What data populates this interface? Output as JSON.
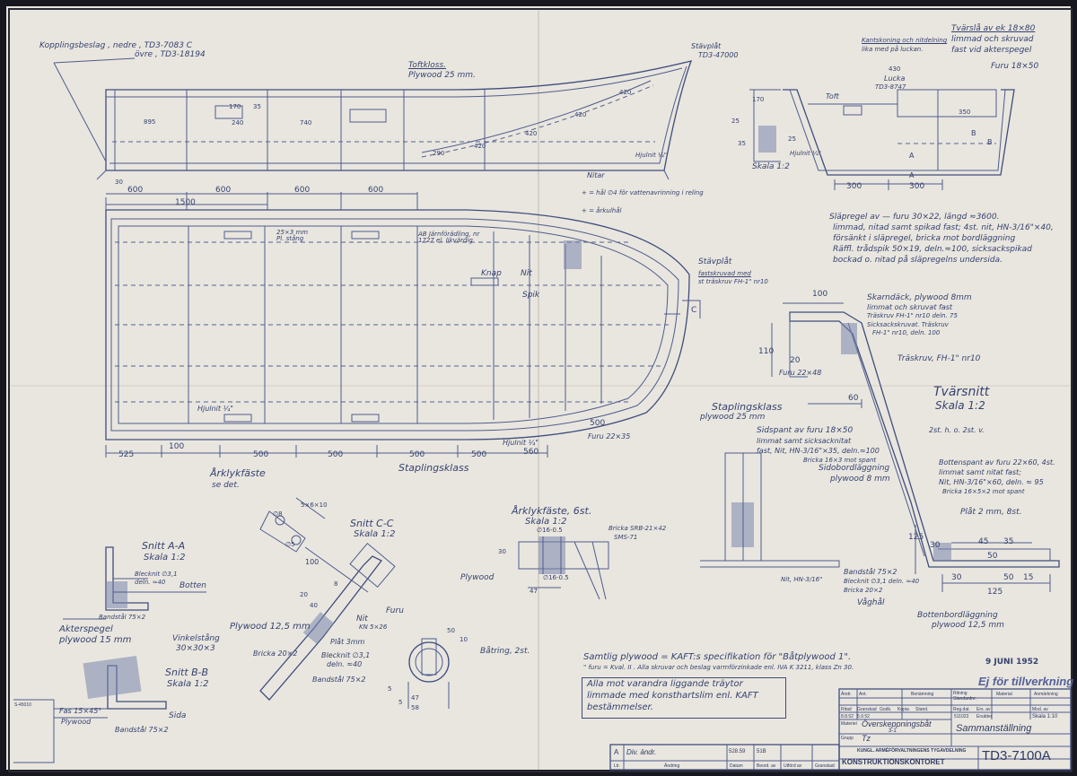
{
  "top_view": {
    "kopplingsbeslag": "Kopplingsbeslag , nedre , TD3-7083 C",
    "ovre": "övre , TD3-18194",
    "toftkloss": "Toftkloss.",
    "toftkloss_plywood": "Plywood 25 mm.",
    "stavplat": "Stävplåt",
    "stavplat_ref": "TD3-47000",
    "nitar": "Nitar",
    "hjulnit": "Hjulnit ¼\"",
    "dims": [
      "895",
      "170",
      "35",
      "240",
      "740",
      "420",
      "420",
      "420",
      "420",
      "290",
      "30"
    ]
  },
  "plan_view": {
    "dims_top": [
      "600",
      "600",
      "600",
      "600"
    ],
    "dim_1500": "1500",
    "note_hal": "+ = hål ∅4 för vattenavrinning i reling",
    "note_arkhal": "+ = årkulhål",
    "plstang": "25×3 mm Pl. stång",
    "ab_jarn": "AB Järnförädling, nr 1727 el. likvärdig",
    "knap": "Knap",
    "nit": "Nit",
    "spik": "Spik",
    "stavplat": "Stävplåt",
    "stavplat_note": "fastskruvad med",
    "stavplat_note2": "st träskruv FH-1\" nr10",
    "hjulnit": "Hjulnit ¼\"",
    "furu": "Furu 22×35",
    "hjulnit2": "Hjulnit ¼\"",
    "dim_500": "500",
    "dim_560": "560",
    "dims_bottom": [
      "525",
      "100",
      "500",
      "500",
      "500",
      "500"
    ],
    "arklykfaste": "Årklykfäste",
    "se_det": "se det.",
    "staplingsklass": "Staplingsklass",
    "section_mark": "C"
  },
  "stern_detail": {
    "kantskoning": "Kantskoning och nitdelning",
    "kantskoning2": "lika med på luckan.",
    "tvarsla": "Tvärslå av ek 18×80",
    "tvarsla2": "limmad och skruvad",
    "tvarsla3": "fast vid akterspegel",
    "furu": "Furu 18×50",
    "lucka_dims": "430",
    "lucka": "Lucka",
    "lucka_ref": "TD3-8747",
    "toft": "Toft",
    "dims": [
      "170",
      "25",
      "35",
      "25",
      "350",
      "300",
      "300"
    ],
    "skala": "Skala 1:2",
    "hjulnit": "Hjulnit ¼\"",
    "marks": [
      "A",
      "A",
      "B",
      "B"
    ]
  },
  "slapregel": {
    "line1": "Släpregel av — furu 30×22, längd ≈3600.",
    "line2": "limmad, nitad samt spikad fast; 4st. nit, HN-3/16\"×40,",
    "line3": "försänkt i släpregel, bricka mot bordläggning",
    "line4": "Räffl. trådspik 50×19, deln.≈100, sicksackspikad",
    "line5": "bockad o. nitad på släpregelns undersida."
  },
  "section_view": {
    "skarndack": "Skarndäck, plywood 8mm",
    "skarndack2": "limmat och skruvat fast",
    "skarndack3": "Träskruv FH-1\" nr10 deln. 75",
    "sicksack": "Sicksackskruvat. Träskruv",
    "sicksack2": "FH-1\" nr10, deln. 100",
    "dim_100": "100",
    "dim_110": "110",
    "dim_20": "20",
    "dim_60": "60",
    "furu": "Furu 22×48",
    "traskruv": "Träskruv, FH-1\" nr10",
    "title": "Tvärsnitt",
    "skala": "Skala 1:2",
    "staplingsklass": "Staplingsklass",
    "staplingsklass2": "plywood 25 mm",
    "st": "2st. h. o. 2st. v.",
    "sidspant": "Sidspant av furu 18×50",
    "sidspant2": "limmat samt sicksacknitat",
    "sidspant3": "fast, Nit, HN-3/16\"×35, deln.≈100",
    "sidspant4": "Bricka 16×3 mot spant",
    "sidobord": "Sidobordläggning",
    "sidobord2": "plywood 8 mm",
    "bottenspant": "Bottenspant av furu 22×60, 4st.",
    "bottenspant2": "limmat samt nitat fast;",
    "bottenspant3": "Nit, HN-3/16\"×60, deln. ≈ 95",
    "bottenspant4": "Bricka 16×5×2 mot spant",
    "plat": "Plåt 2 mm, 8st.",
    "dims": [
      "125",
      "30",
      "30",
      "45",
      "35",
      "50",
      "125",
      "50",
      "15"
    ],
    "nit": "Nit, HN-3/16\"",
    "bandstal": "Bandstål 75×2",
    "blecknit": "Blecknit ∅3,1 deln. ≈40",
    "bricka": "Bricka 20×2",
    "vaghal": "Våghål",
    "bottenbord": "Bottenbordläggning",
    "bottenbord2": "plywood 12,5 mm"
  },
  "snitt_aa": {
    "title": "Snitt A-A",
    "skala": "Skala 1:2",
    "blecknit": "Blecknit ∅3,1",
    "deln": "deln. ≈40",
    "botten": "Botten",
    "bandstal": "Bandstål 75×2",
    "akterspegel": "Akterspegel",
    "akterspegel2": "plywood 15 mm",
    "vinkelstang": "Vinkelstång",
    "vinkelstang2": "30×30×3"
  },
  "snitt_bb": {
    "title": "Snitt B-B",
    "skala": "Skala 1:2",
    "fas": "Fas 15×45°",
    "plywood": "Plywood",
    "sida": "Sida",
    "bandstal": "Bandstål 75×2"
  },
  "snitt_cc": {
    "title": "Snitt C-C",
    "skala": "Skala 1:2",
    "dims": [
      "100",
      "20",
      "40",
      "5×6×10",
      "8"
    ],
    "dims2": [
      "∅8",
      "∅5"
    ],
    "furu": "Furu",
    "nit": "Nit",
    "nit2": "KN 5×26",
    "plywood": "Plywood 12,5 mm",
    "plat": "Plåt 3mm",
    "bricka": "Bricka 20×2",
    "blecknit": "Blecknit ∅3,1",
    "deln": "deln. ≈40",
    "bandstal": "Bandstål 75×2"
  },
  "arklyk": {
    "title": "Årklykfäste, 6st.",
    "skala": "Skala 1:2",
    "bricka": "Bricka SRB-21×42",
    "sms": "SMS-71",
    "plywood": "Plywood",
    "dims": [
      "30",
      "∅16-0.5",
      "47",
      "∅16-0.5"
    ]
  },
  "batring": {
    "label": "Båtring, 2st.",
    "dims": [
      "50",
      "10",
      "5",
      "47",
      "58",
      "5"
    ]
  },
  "notes": {
    "plywood": "Samtlig plywood = KAFT:s specifikation för \"Båtplywood 1\".",
    "furu": "\"       furu = Kval. II .  Alla skruvar och beslag varmförzinkade enl. IVA K 3211, klass Zn 30.",
    "box1": "Alla mot varandra liggande träytor",
    "box2": "limmade med konsthartslim enl. KAFT",
    "box3": "bestämmelser."
  },
  "stamp": {
    "date": "9 JUNI 1952",
    "text": "Ej för tillverkning"
  },
  "title_block": {
    "headers": [
      "Ändr.",
      "Ant.",
      "Benämning",
      "Ritning Standardnr.",
      "Material",
      "Anmärkning"
    ],
    "row2": [
      "Ritad",
      "Granskad",
      "Godk.",
      "Kopia",
      "Stand.",
      "Reg.dat.",
      "Ers. av",
      "Mod. av"
    ],
    "row3": [
      "8.8.52",
      "5.9.52",
      "",
      "",
      "",
      "511023",
      "Ersätter",
      "Skala 1:10"
    ],
    "materiel_label": "Materiel",
    "materiel": "Överskeppningsbåt",
    "materiel2": "3-1",
    "grupp_label": "Grupp",
    "grupp": "Tz",
    "name": "Sammanställning",
    "org": "KUNGL. ARMÉFÖRVALTNINGENS TYGAVDELNING",
    "office": "KONSTRUKTIONSKONTORET",
    "number": "TD3-7100A",
    "rev_a": "A",
    "rev_text": "Div. ändr.",
    "rev_date": "528.59",
    "rev_sign": "51B",
    "rev_cols": [
      "Ltr.",
      "Ändring",
      "Datum",
      "Beord. av",
      "Utförd av",
      "Granskad"
    ]
  },
  "side_margin": "S-45010"
}
